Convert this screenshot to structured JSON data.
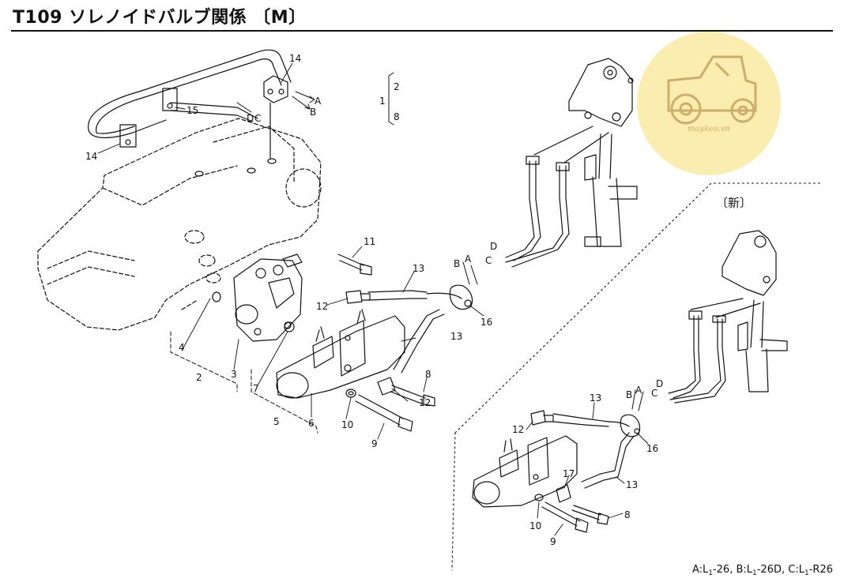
{
  "title": "T109 ソレノイドバルブ関係 〔M〕",
  "new_label": "〔新〕",
  "watermark": {
    "text": "maykeo.vn",
    "color": "#fbeaa8",
    "icon": "tractor-icon"
  },
  "footer": {
    "a_prefix": "A:L",
    "a_sub": "1",
    "a_suffix": "-26,",
    "b_prefix": "B:L",
    "b_sub": "1",
    "b_suffix": "-26D,",
    "c_prefix": "C:L",
    "c_sub": "1",
    "c_suffix": "-R26"
  },
  "callouts": {
    "n2": "2",
    "n3": "3",
    "n4": "4",
    "n5": "5",
    "n6": "6",
    "n7": "7",
    "n8": "8",
    "n9": "9",
    "n10": "10",
    "n11": "11",
    "n12": "12",
    "n13": "13",
    "n14": "14",
    "n15": "15",
    "n16": "16",
    "n17": "17",
    "n1": "1",
    "n2b": "2",
    "n8b": "8"
  },
  "letters": {
    "A": "A",
    "B": "B",
    "C": "C",
    "D": "D"
  }
}
